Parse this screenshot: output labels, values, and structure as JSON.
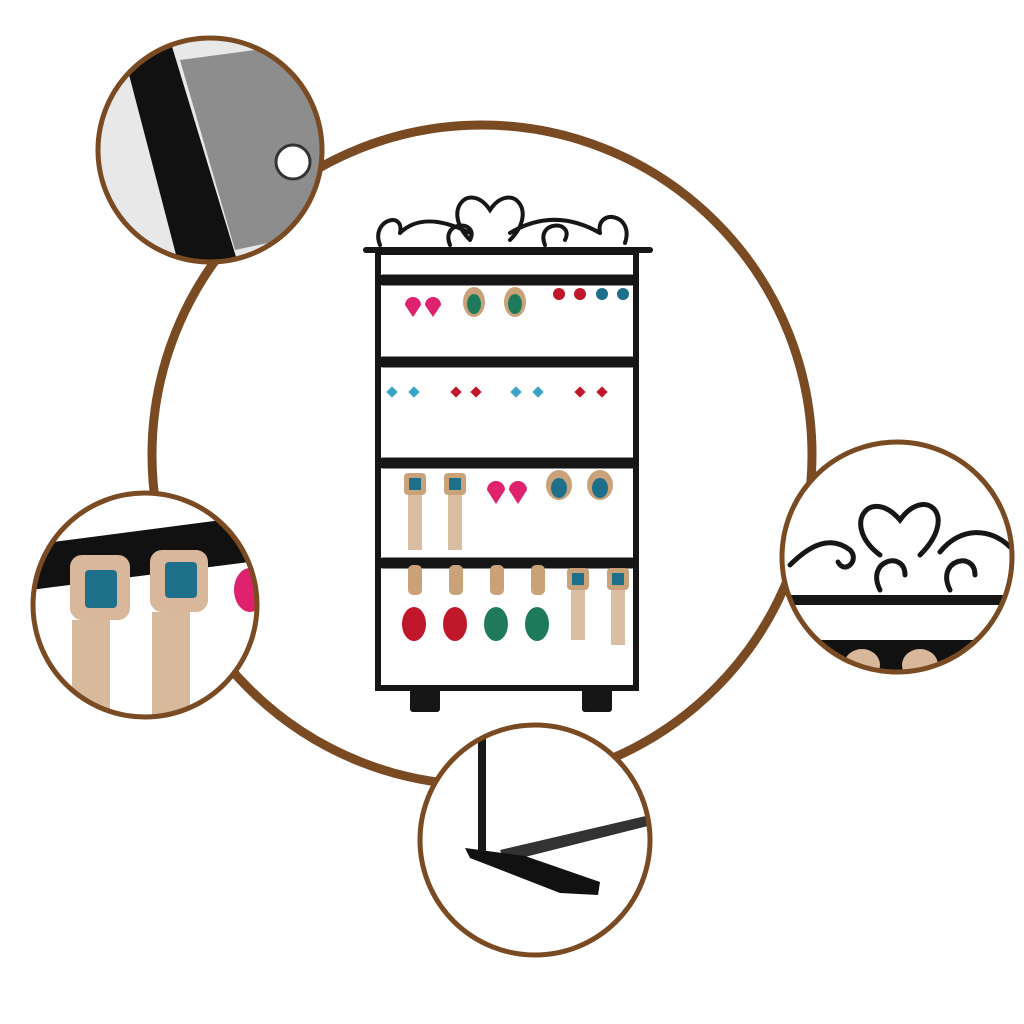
{
  "colors": {
    "ring": "#7a4a22",
    "metal": "#161616",
    "gold": "#c9a27a",
    "ruby": "#c0182a",
    "emerald": "#1e7a5a",
    "sapphire": "#1d6f8a",
    "pink": "#e0226e",
    "topaz": "#37a6c6"
  },
  "icons": [
    "earring-rack",
    "detail-hole-bracket",
    "detail-earrings",
    "detail-scrollwork",
    "detail-foot"
  ]
}
